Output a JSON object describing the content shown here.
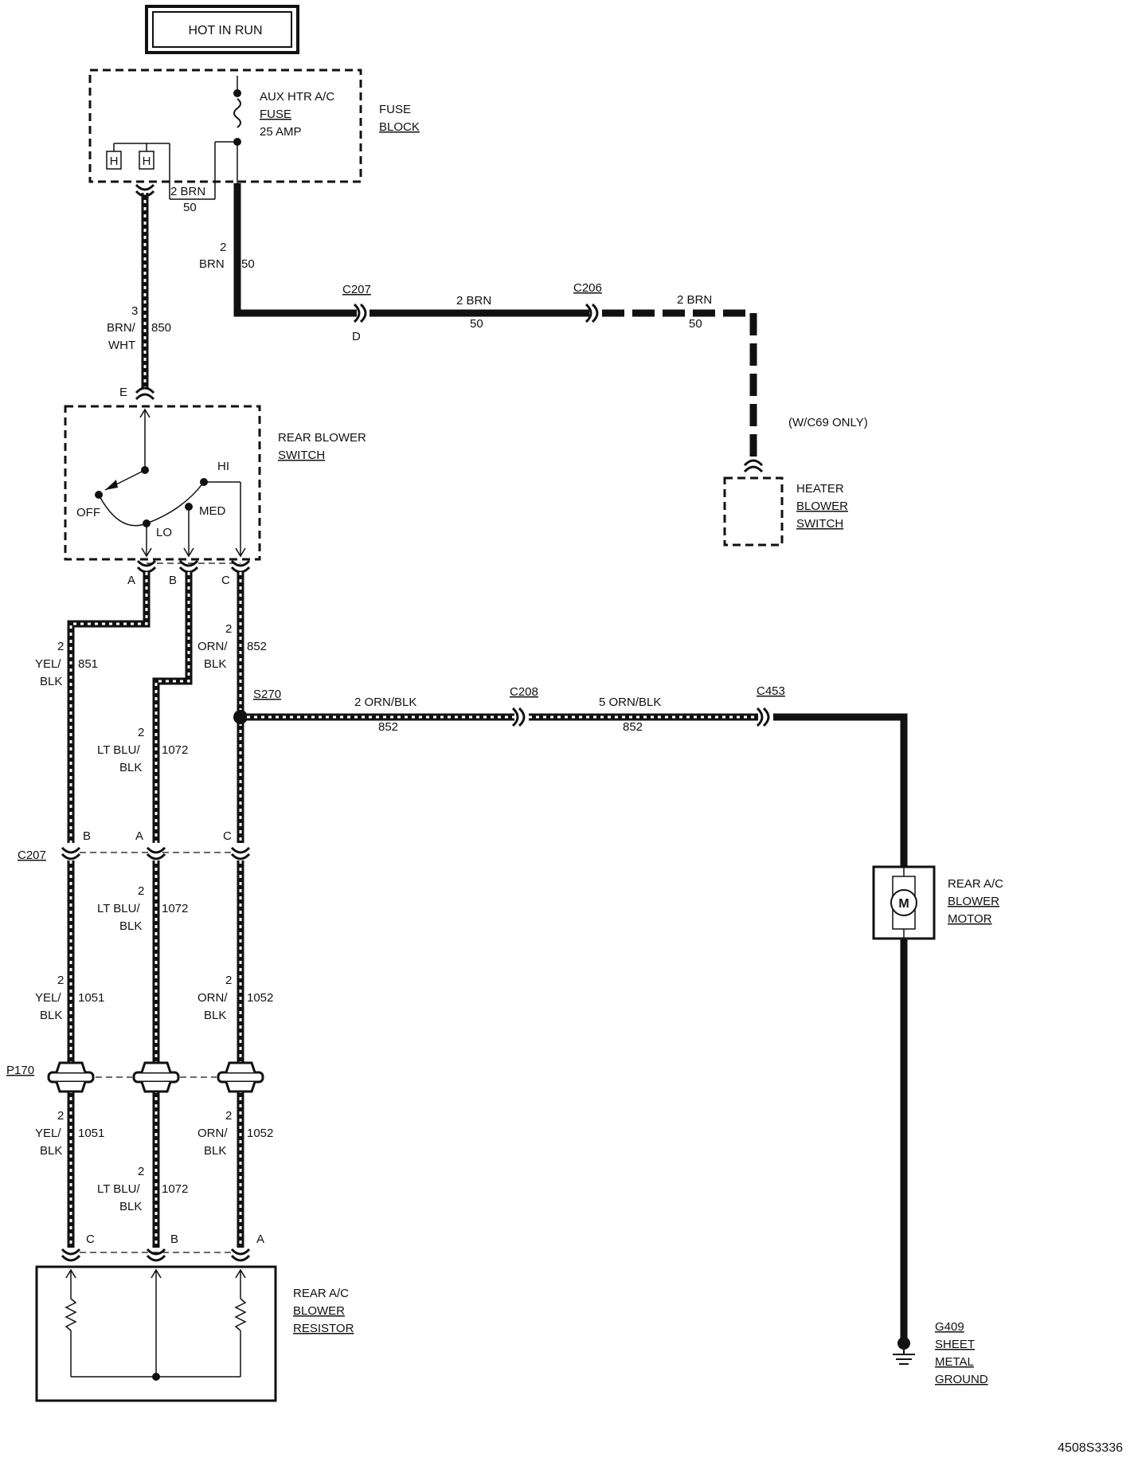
{
  "power": {
    "label": "HOT IN RUN"
  },
  "fuse_block": {
    "title_line1": "FUSE",
    "title_line2": "BLOCK",
    "fuse_line1": "AUX HTR A/C",
    "fuse_line2": "FUSE",
    "fuse_line3": "25 AMP",
    "h1": "H",
    "h2": "H"
  },
  "wires": {
    "w1_size": "2 BRN",
    "w1_circuit": "50",
    "w2_size": "2",
    "w2_color": "BRN",
    "w2_circuit": "50",
    "w3_size": "3",
    "w3_color_1": "BRN/",
    "w3_color_2": "WHT",
    "w3_circuit": "850",
    "w4_size": "2 BRN",
    "w4_circuit": "50",
    "w5_size": "2 BRN",
    "w5_circuit": "50",
    "a_size": "2",
    "a_color_1": "YEL/",
    "a_color_2": "BLK",
    "a_circuit": "851",
    "b_size": "2",
    "b_color_1": "LT BLU/",
    "b_color_2": "BLK",
    "b_circuit": "1072",
    "c_size": "2",
    "c_color_1": "ORN/",
    "c_color_2": "BLK",
    "c_circuit": "852",
    "s1_size": "2 ORN/BLK",
    "s1_circuit": "852",
    "s2_size": "5 ORN/BLK",
    "s2_circuit": "852",
    "y2_circuit": "1051",
    "o2_circuit": "1052"
  },
  "connectors": {
    "c207_top": "C207",
    "c207_top_pin": "D",
    "c206": "C206",
    "c208": "C208",
    "c453": "C453",
    "c207_mid": "C207",
    "p170": "P170",
    "s270": "S270",
    "pin_e": "E",
    "pin_a": "A",
    "pin_b": "B",
    "pin_c": "C"
  },
  "rear_blower_switch": {
    "title_line1": "REAR BLOWER",
    "title_line2": "SWITCH",
    "off": "OFF",
    "lo": "LO",
    "med": "MED",
    "hi": "HI"
  },
  "heater_blower_switch": {
    "note": "(W/C69 ONLY)",
    "title_line1": "HEATER",
    "title_line2": "BLOWER",
    "title_line3": "SWITCH"
  },
  "motor": {
    "title_line1": "REAR A/C",
    "title_line2": "BLOWER",
    "title_line3": "MOTOR",
    "symbol": "M"
  },
  "resistor": {
    "title_line1": "REAR A/C",
    "title_line2": "BLOWER",
    "title_line3": "RESISTOR"
  },
  "ground": {
    "line1": "G409",
    "line2": "SHEET",
    "line3": "METAL",
    "line4": "GROUND"
  },
  "diagram_id": "4508S3336"
}
